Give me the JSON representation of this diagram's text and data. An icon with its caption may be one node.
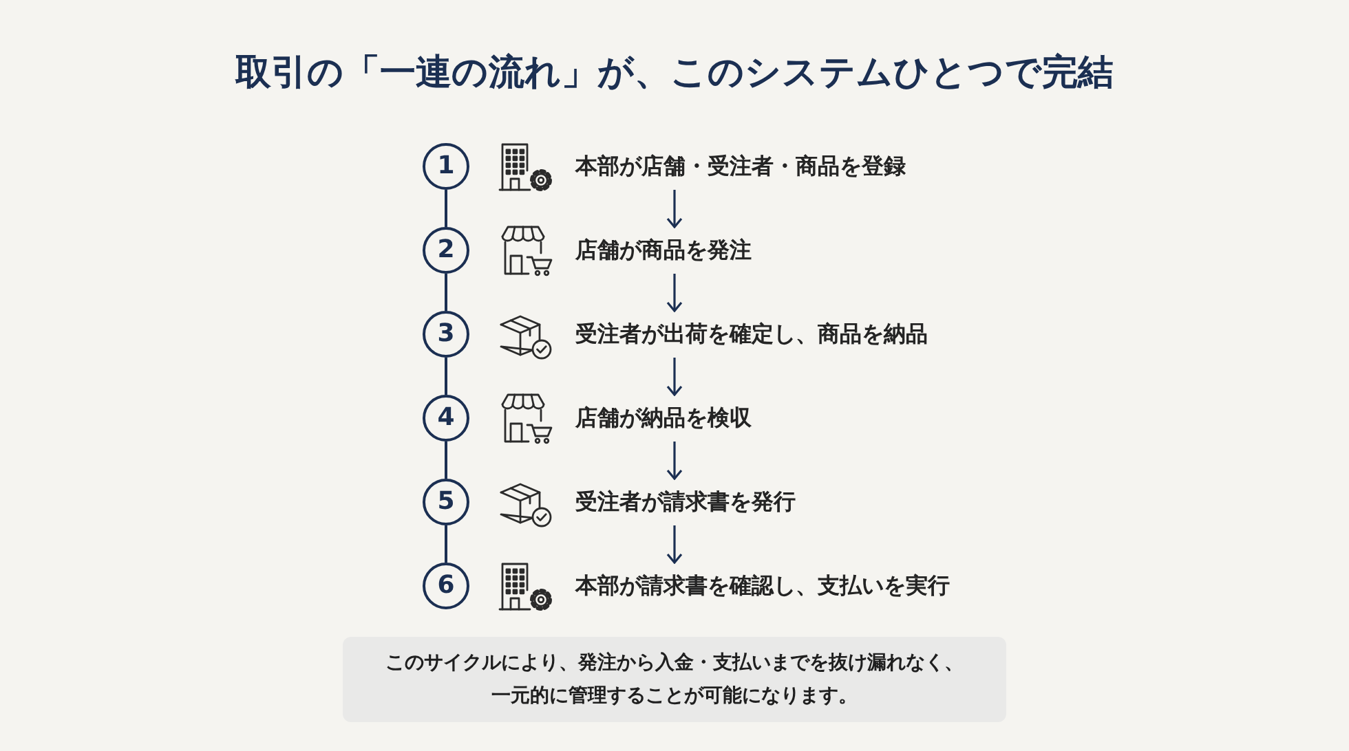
{
  "diagram": {
    "title": "取引の「一連の流れ」が、このシステムひとつで完結",
    "nodes": [
      {
        "text": [
          "1"
        ]
      },
      {
        "text": [
          "本部が店舗・受注者・商品を登録"
        ]
      },
      {
        "text": [
          "2"
        ]
      },
      {
        "text": [
          "店舗が商品を発注"
        ]
      },
      {
        "text": [
          "3"
        ]
      },
      {
        "text": [
          "受注者が出荷を確定し、商品を納品"
        ]
      },
      {
        "text": [
          "4"
        ]
      },
      {
        "text": [
          "店舗が納品を検収"
        ]
      },
      {
        "text": [
          "5"
        ]
      },
      {
        "text": [
          "受注者が請求書を発行"
        ]
      },
      {
        "text": [
          "6"
        ]
      },
      {
        "text": [
          "本部が請求書を確認し、支払いを実行"
        ]
      },
      {
        "text": [
          "このサイクルにより、発注から入金・支払いまでを抜け漏れなく、一元的に管理することが可能になります。"
        ]
      }
    ],
    "edges": [
      {
        "from": 0,
        "to": 2,
        "arrow": "none"
      },
      {
        "from": 1,
        "to": 3,
        "arrow": "to"
      },
      {
        "from": 2,
        "to": 4,
        "arrow": "none"
      },
      {
        "from": 3,
        "to": 5,
        "arrow": "to"
      },
      {
        "from": 4,
        "to": 6,
        "arrow": "none"
      },
      {
        "from": 5,
        "to": 7,
        "arrow": "to"
      },
      {
        "from": 6,
        "to": 8,
        "arrow": "none"
      },
      {
        "from": 7,
        "to": 9,
        "arrow": "to"
      },
      {
        "from": 8,
        "to": 10,
        "arrow": "none"
      },
      {
        "from": 9,
        "to": 11,
        "arrow": "to"
      }
    ]
  }
}
